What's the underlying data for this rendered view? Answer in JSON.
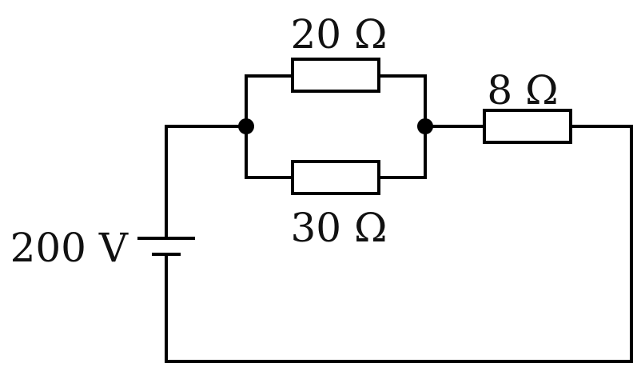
{
  "components": {
    "r_top": {
      "value": "20 Ω"
    },
    "r_bottom": {
      "value": "30 Ω"
    },
    "r_series": {
      "value": "8 Ω"
    },
    "battery": {
      "voltage": "200 V"
    }
  },
  "colors": {
    "line": "#000000",
    "background": "#ffffff"
  }
}
